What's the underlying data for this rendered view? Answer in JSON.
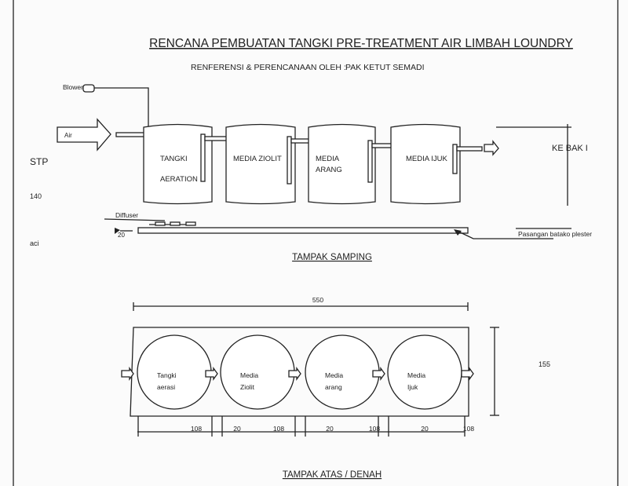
{
  "title": "RENCANA PEMBUATAN TANGKI PRE-TREATMENT AIR LIMBAH LOUNDRY",
  "reference_label": "RENFERENSI & PERENCANAAN OLEH :",
  "reference_name": "PAK KETUT SEMADI",
  "side_view": {
    "heading": "TAMPAK SAMPING",
    "blower": "Blower",
    "inlet": "Air",
    "left_notes": [
      "STP",
      "140",
      "aci"
    ],
    "tanks": [
      {
        "line1": "TANGKI",
        "line2": "AERATION"
      },
      {
        "line1": "MEDIA  ZIOLIT",
        "line2": ""
      },
      {
        "line1": "MEDIA",
        "line2": "ARANG"
      },
      {
        "line1": "MEDIA  IJUK",
        "line2": ""
      }
    ],
    "outlet": "KE BAK I",
    "diffuser": "Diffuser",
    "base_dim": "20",
    "base_note": "Pasangan batako plester"
  },
  "top_view": {
    "heading": "TAMPAK  ATAS / DENAH",
    "total_length": "550",
    "width": "155",
    "tanks": [
      {
        "line1": "Tangki",
        "line2": "aerasi"
      },
      {
        "line1": "Media",
        "line2": "Ziolit"
      },
      {
        "line1": "Media",
        "line2": "arang"
      },
      {
        "line1": "Media",
        "line2": "Ijuk"
      }
    ],
    "dims": [
      "108",
      "20",
      "108",
      "20",
      "108",
      "20",
      "108"
    ]
  }
}
